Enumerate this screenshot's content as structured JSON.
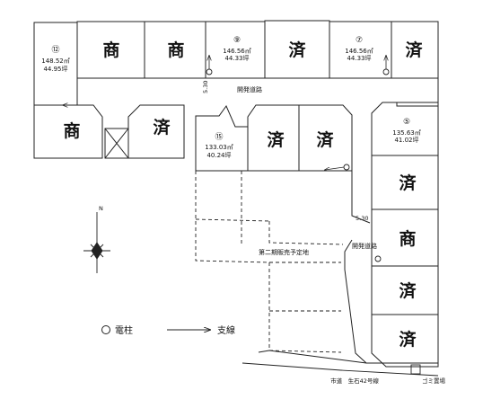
{
  "lots": {
    "lot12": {
      "num": "⑫",
      "area_m2": "148.52㎡",
      "area_tsubo": "44.95坪"
    },
    "lot9": {
      "num": "⑨",
      "area_m2": "146.56㎡",
      "area_tsubo": "44.33坪"
    },
    "lot7": {
      "num": "⑦",
      "area_m2": "146.56㎡",
      "area_tsubo": "44.33坪"
    },
    "lot5": {
      "num": "⑤",
      "area_m2": "135.63㎡",
      "area_tsubo": "41.02坪"
    },
    "lot15": {
      "num": "⑮",
      "area_m2": "133.03㎡",
      "area_tsubo": "40.24坪"
    }
  },
  "status": {
    "shou": "商",
    "zumi": "済"
  },
  "roads": {
    "width_top": "5.30",
    "width_right": "5.30",
    "dev_road_top": "開発道路",
    "dev_road_right": "開発道路",
    "city_road": "市道　生石42号線"
  },
  "phase2_label": "第二期販売予定地",
  "garbage_label": "ゴミ置場",
  "compass": {
    "north": "N"
  },
  "legend": {
    "pole_label": "電柱",
    "guy_label": "支線"
  }
}
